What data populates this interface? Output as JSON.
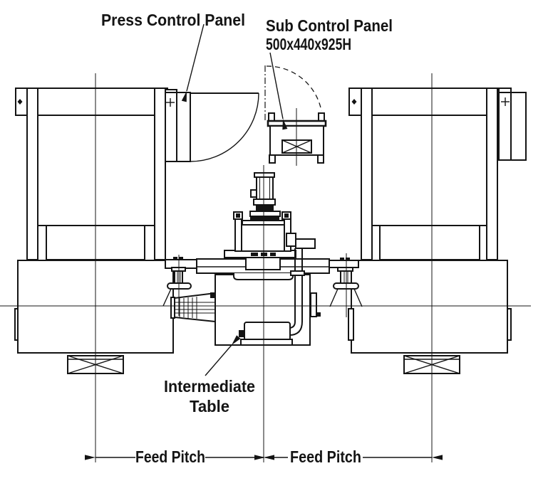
{
  "drawing": {
    "background": "#ffffff",
    "line_color": "#141414",
    "labels": {
      "press_control_panel": "Press Control Panel",
      "sub_control_panel_line1": "Sub Control Panel",
      "sub_control_panel_line2": "500x440x925H",
      "intermediate_table_line1": "Intermediate",
      "intermediate_table_line2": "Table",
      "feed_pitch_left": "Feed Pitch",
      "feed_pitch_right": "Feed Pitch"
    }
  }
}
